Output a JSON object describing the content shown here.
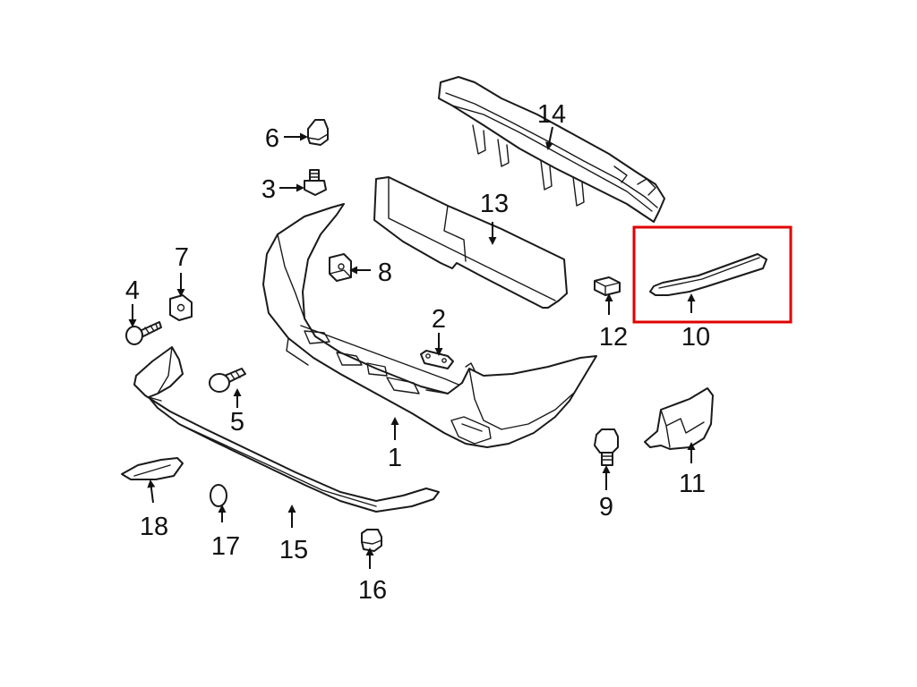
{
  "callouts": {
    "p1": "1",
    "p2": "2",
    "p3": "3",
    "p4": "4",
    "p5": "5",
    "p6": "6",
    "p7": "7",
    "p8": "8",
    "p9": "9",
    "p10": "10",
    "p11": "11",
    "p12": "12",
    "p13": "13",
    "p14": "14",
    "p15": "15",
    "p16": "16",
    "p17": "17",
    "p18": "18"
  },
  "highlighted_part": "10",
  "colors": {
    "line": "#1a1a1a",
    "highlight": "#e00000",
    "background": "#ffffff"
  }
}
